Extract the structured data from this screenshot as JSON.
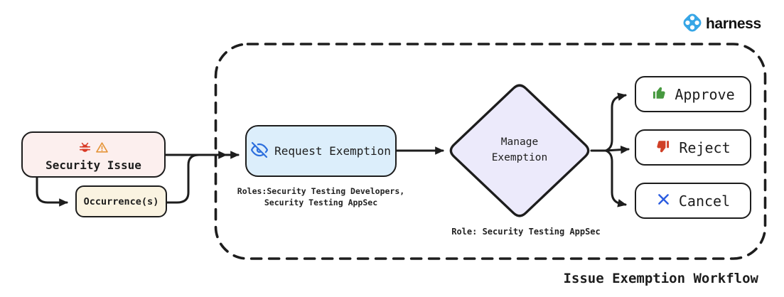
{
  "brand": {
    "name": "harness"
  },
  "diagram_title": "Issue Exemption Workflow",
  "nodes": {
    "security_issue": {
      "label": "Security Issue",
      "icons": [
        "bug-icon",
        "warning-triangle-icon"
      ]
    },
    "occurrence": {
      "label": "Occurrence(s)"
    },
    "request_exemption": {
      "label": "Request Exemption",
      "icon": "eye-off-icon",
      "roles": [
        "Roles:Security Testing Developers,",
        "Security Testing AppSec"
      ]
    },
    "manage_exemption": {
      "label_lines": [
        "Manage",
        "Exemption"
      ],
      "role_caption": "Role: Security Testing AppSec"
    },
    "actions": [
      {
        "label": "Approve",
        "icon": "thumbs-up-icon"
      },
      {
        "label": "Reject",
        "icon": "thumbs-down-icon"
      },
      {
        "label": "Cancel",
        "icon": "x-icon"
      }
    ]
  },
  "colors": {
    "ink": "#1d1d1d",
    "security_issue_fill": "#fcefee",
    "occurrence_fill": "#faf3e1",
    "request_exemption_fill": "#dceefb",
    "diamond_fill": "#eceafb",
    "bug_red": "#d93a26",
    "warning_orange": "#e5953a",
    "eye_blue": "#2d6fdd",
    "approve_green": "#47993f",
    "reject_red": "#d04027",
    "cancel_blue": "#2b5ce0",
    "harness_blue": "#37a6e6"
  }
}
